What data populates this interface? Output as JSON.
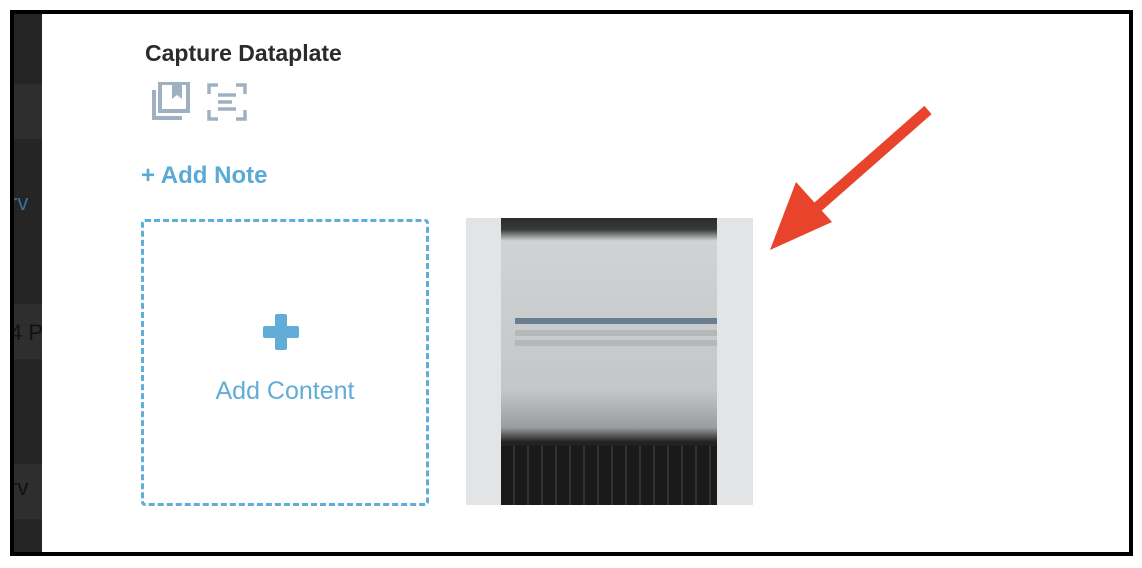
{
  "sidebar": {
    "fragments": [
      "rv",
      "4 P",
      "rv"
    ]
  },
  "title": "Capture Dataplate",
  "icons": [
    "gallery-bookmark-icon",
    "scan-text-icon"
  ],
  "add_note": "+ Add Note",
  "add_content": "Add Content",
  "colors": {
    "accent": "#5aa9d6",
    "arrow": "#e8432b",
    "title": "#2b2b2b"
  }
}
